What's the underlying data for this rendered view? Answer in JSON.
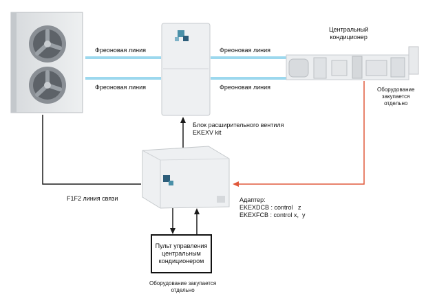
{
  "labels": {
    "freon_line_top_left": "Фреоновая линия",
    "freon_line_bottom_left": "Фреоновая линия",
    "freon_line_top_right": "Фреоновая линия",
    "freon_line_bottom_right": "Фреоновая линия",
    "central_ac": "Центральный\nкондиционер",
    "equipment_separately_right": "Оборудование\nзакупается\nотдельно",
    "expansion_valve": "Блок расширительного вентиля\nEKEXV kit",
    "f1f2_link": "F1F2 линия связи",
    "adapter": "Адаптер:\nEKEXDCB : control   z\nEKEXFCB : control x,  y",
    "controller": "Пульт управления\nцентральным\nкондиционером",
    "equipment_separately_bottom": "Оборудование закупается\nотдельно"
  },
  "colors": {
    "freon_line": "#9cd8ee",
    "wire": "#1a1a1a",
    "adapter_arrow": "#e0583a"
  }
}
